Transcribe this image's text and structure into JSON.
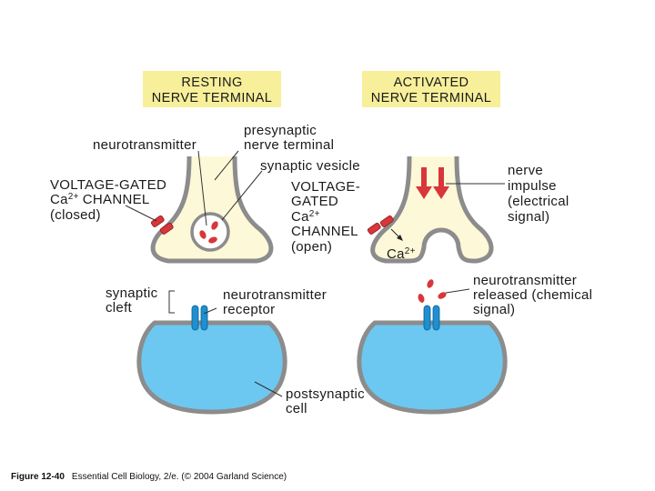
{
  "headers": {
    "resting": [
      "RESTING",
      "NERVE TERMINAL"
    ],
    "activated": [
      "ACTIVATED",
      "NERVE TERMINAL"
    ]
  },
  "labels": {
    "presynaptic_terminal": [
      "presynaptic",
      "nerve terminal"
    ],
    "neurotransmitter": "neurotransmitter",
    "synaptic_vesicle": "synaptic vesicle",
    "vg_channel_closed": [
      "VOLTAGE-GATED",
      "CHANNEL",
      "(closed)"
    ],
    "vg_channel_open": [
      "VOLTAGE-",
      "GATED",
      "CHANNEL",
      "(open)"
    ],
    "ca_symbol": "Ca",
    "ca_sup": "2+",
    "nerve_impulse": [
      "nerve",
      "impulse",
      "(electrical",
      "signal)"
    ],
    "synaptic_cleft": [
      "synaptic",
      "cleft"
    ],
    "receptor": [
      "neurotransmitter",
      "receptor"
    ],
    "nt_released": [
      "neurotransmitter",
      "released (chemical",
      "signal)"
    ],
    "postsynaptic_cell": [
      "postsynaptic",
      "cell"
    ]
  },
  "caption": {
    "figure": "Figure 12-40",
    "text": "Essential Cell Biology, 2/e. (© 2004 Garland Science)"
  },
  "colors": {
    "header_bg": "#f7ef9a",
    "terminal_fill": "#fdf8d8",
    "membrane": "#8c8c8c",
    "cell_fill": "#6cc8f0",
    "receptor": "#1e8fd0",
    "red": "#d8363a"
  }
}
